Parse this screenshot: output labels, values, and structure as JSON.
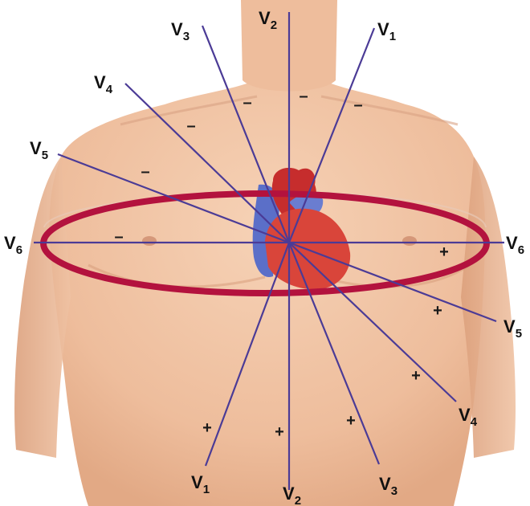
{
  "diagram": {
    "lead_line_color": "#4b3b96",
    "ring_color": "#b3123e",
    "skin_color": "#f0c4a4",
    "heart_colors": {
      "ventricle": "#d9453a",
      "vein": "#5b6fc8",
      "aorta": "#c62d2d"
    },
    "negative_sign": "–",
    "positive_sign": "+",
    "leads": [
      {
        "id": "v1",
        "letter": "V",
        "sub": "1"
      },
      {
        "id": "v2",
        "letter": "V",
        "sub": "2"
      },
      {
        "id": "v3",
        "letter": "V",
        "sub": "3"
      },
      {
        "id": "v4",
        "letter": "V",
        "sub": "4"
      },
      {
        "id": "v5",
        "letter": "V",
        "sub": "5"
      },
      {
        "id": "v6",
        "letter": "V",
        "sub": "6"
      }
    ]
  }
}
